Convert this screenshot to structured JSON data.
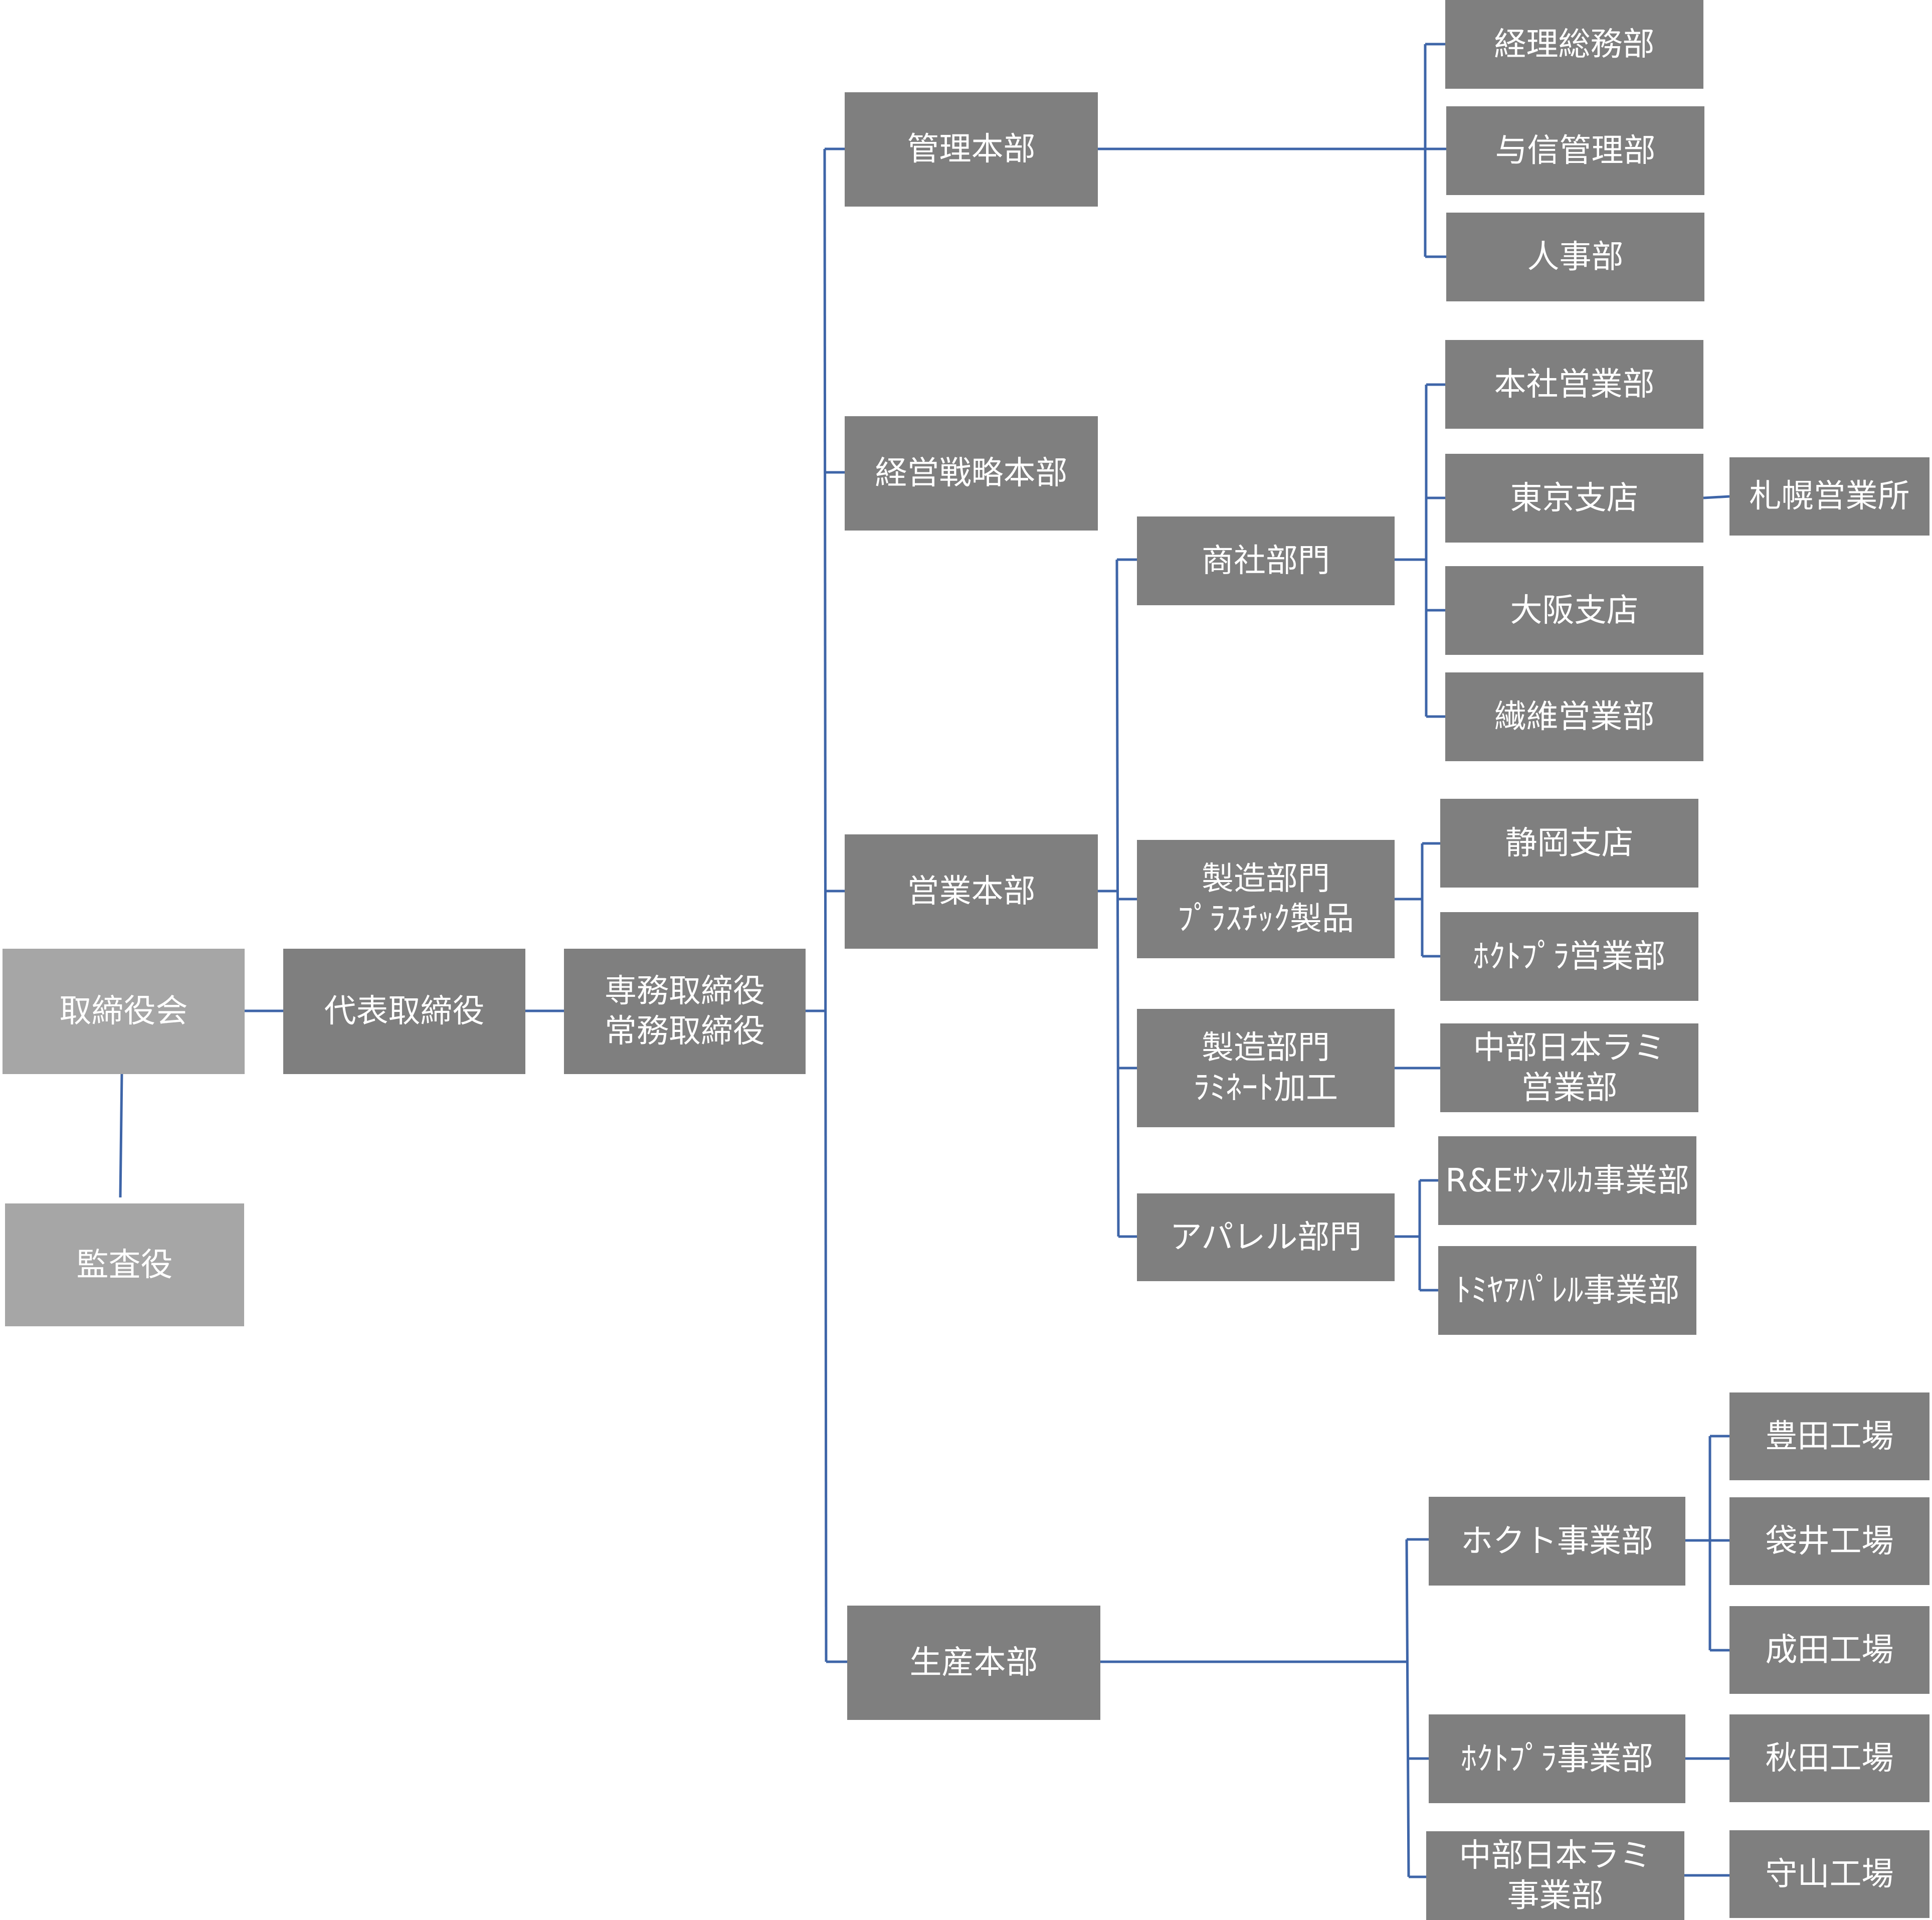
{
  "org_chart": {
    "board": "取締役会",
    "auditor": "監査役",
    "president": "代表取締役",
    "executives": [
      "専務取締役",
      "常務取締役"
    ],
    "admin_hq": {
      "name": "管理本部",
      "depts": [
        "経理総務部",
        "与信管理部",
        "人事部"
      ]
    },
    "strategy_hq": "経営戦略本部",
    "sales_hq": {
      "name": "営業本部",
      "trading": {
        "name": "商社部門",
        "units": [
          "本社営業部",
          "東京支店",
          "大阪支店",
          "繊維営業部"
        ],
        "sapporo": "札幌営業所"
      },
      "mfg_plastic": {
        "lines": [
          "製造部門",
          "ﾌﾟﾗｽﾁｯｸ製品"
        ],
        "units": [
          "静岡支店",
          "ﾎｸﾄﾌﾟﾗ営業部"
        ]
      },
      "mfg_laminate": {
        "lines": [
          "製造部門",
          "ﾗﾐﾈｰﾄ加工"
        ],
        "unit_lines": [
          "中部日本ラミ",
          "営業部"
        ]
      },
      "apparel": {
        "name": "アパレル部門",
        "units": [
          "R&Eｻﾝﾏﾙｶ事業部",
          "ﾄﾐﾔｱﾊﾟﾚﾙ事業部"
        ]
      }
    },
    "production_hq": {
      "name": "生産本部",
      "hokuto": {
        "name": "ホクト事業部",
        "plants": [
          "豊田工場",
          "袋井工場",
          "成田工場"
        ]
      },
      "hokutopura": {
        "name": "ﾎｸﾄﾌﾟﾗ事業部",
        "plant": "秋田工場"
      },
      "chubu": {
        "lines": [
          "中部日本ラミ",
          "事業部"
        ],
        "plant": "守山工場"
      }
    }
  }
}
